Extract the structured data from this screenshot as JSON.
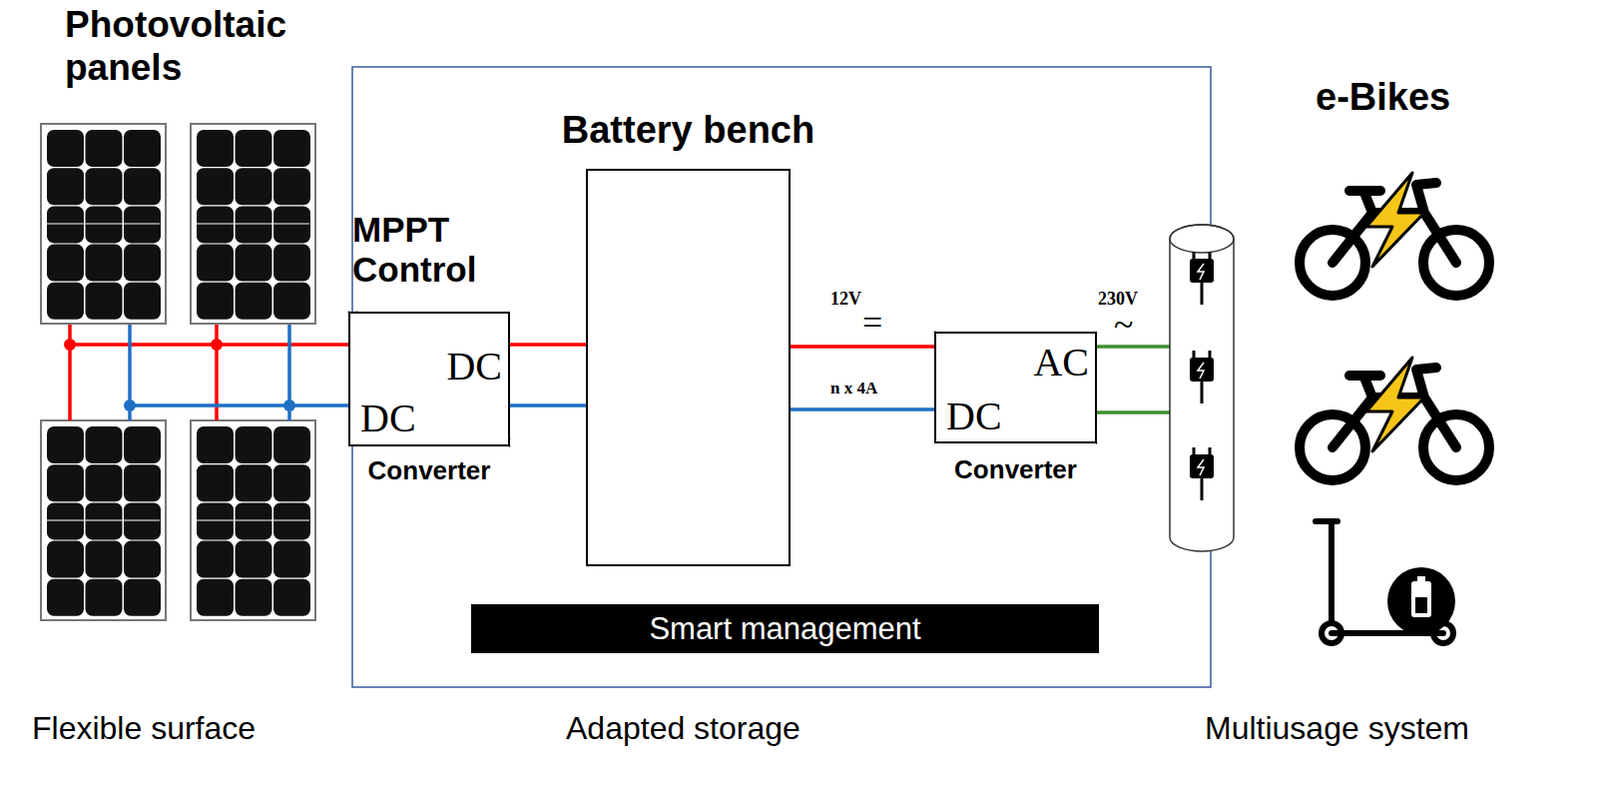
{
  "diagram": {
    "nodes": [
      {
        "text": [
          "Photovoltaic panels"
        ]
      },
      {
        "text": [
          "MPPT Control",
          "DC",
          "DC",
          "Converter"
        ]
      },
      {
        "text": [
          "Battery bench"
        ]
      },
      {
        "text": [
          "AC",
          "DC",
          "Converter"
        ]
      },
      {
        "text": [
          "e-Bikes"
        ]
      },
      {
        "text": [
          "Smart management"
        ]
      }
    ],
    "edges": [
      {
        "from": 0,
        "to": 1,
        "arrow": "none"
      },
      {
        "from": 1,
        "to": 2,
        "arrow": "none"
      },
      {
        "from": 2,
        "to": 3,
        "arrow": "none"
      }
    ],
    "labels": [
      "12V",
      "=",
      "n x 4A",
      "230V",
      "~",
      "Flexible surface",
      "Adapted storage",
      "Multiusage system"
    ]
  }
}
